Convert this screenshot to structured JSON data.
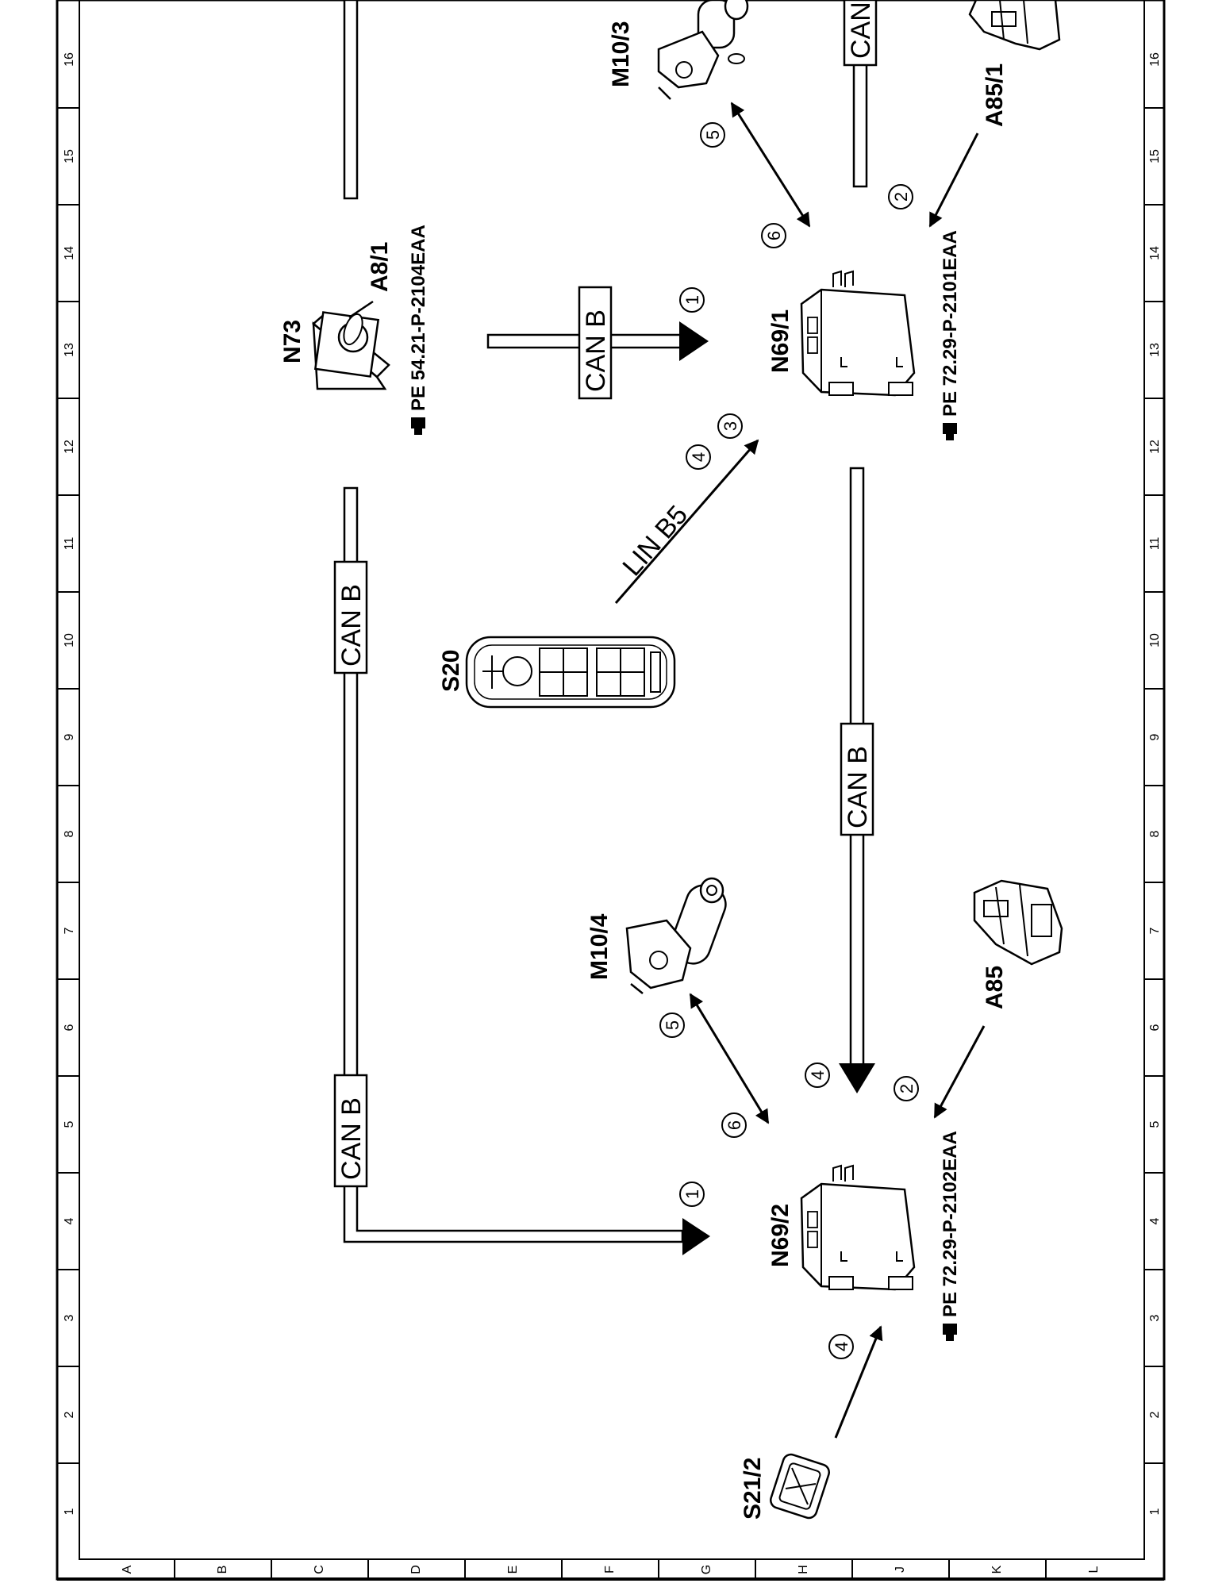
{
  "components": {
    "n73": "N73",
    "a8_1": "A8/1",
    "n73_ref": "PE 54.21-P-2104EAA",
    "m10_3": "M10/3",
    "a85_1": "A85/1",
    "n69_1": "N69/1",
    "n69_1_ref": "PE 72.29-P-2101EAA",
    "s20": "S20",
    "m10_4": "M10/4",
    "a85": "A85",
    "n69_2": "N69/2",
    "n69_2_ref": "PE 72.29-P-2102EAA",
    "s21_2": "S21/2"
  },
  "bus_labels": {
    "can_b": "CAN B",
    "can_top_cut": "CAN",
    "lin_b5": "LIN B5"
  },
  "step_numbers": {
    "n1": "1",
    "n2": "2",
    "n3": "3",
    "n4": "4",
    "n5": "5",
    "n6": "6"
  },
  "grid": {
    "columns": [
      "16",
      "15",
      "14",
      "13",
      "12",
      "11",
      "10",
      "9",
      "8",
      "7",
      "6",
      "5",
      "4",
      "3",
      "2",
      "1"
    ],
    "rows": [
      "A",
      "B",
      "C",
      "D",
      "E",
      "F",
      "G",
      "H",
      "J",
      "K",
      "L"
    ]
  }
}
